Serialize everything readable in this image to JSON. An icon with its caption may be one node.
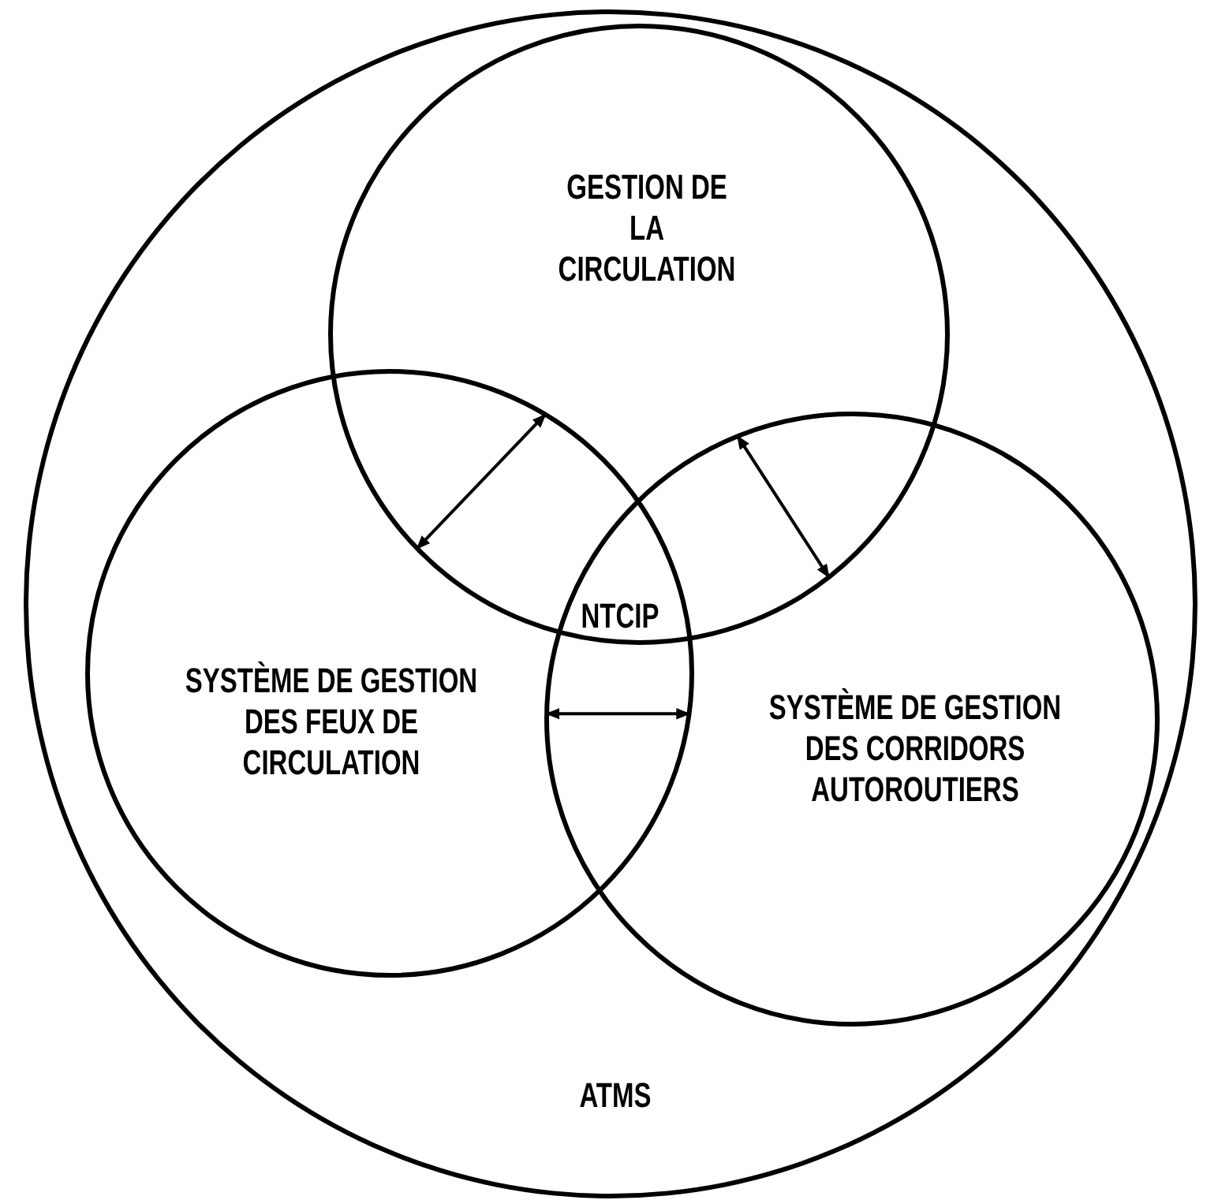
{
  "diagram": {
    "nodes": [
      {
        "text": [
          "ATMS"
        ]
      },
      {
        "text": [
          "GESTION DE LA CIRCULATION"
        ],
        "in": 0
      },
      {
        "text": [
          "SYSTÈME DE GESTION DES FEUX DE CIRCULATION"
        ],
        "in": 0
      },
      {
        "text": [
          "SYSTÈME DE GESTION DES CORRIDORS AUTOROUTIERS"
        ],
        "in": 0
      }
    ],
    "edges": [
      {
        "from": 1,
        "to": 2,
        "arrow": "both"
      },
      {
        "from": 1,
        "to": 3,
        "arrow": "both"
      },
      {
        "from": 2,
        "to": 3,
        "arrow": "both"
      }
    ],
    "labels": [
      "NTCIP"
    ]
  }
}
